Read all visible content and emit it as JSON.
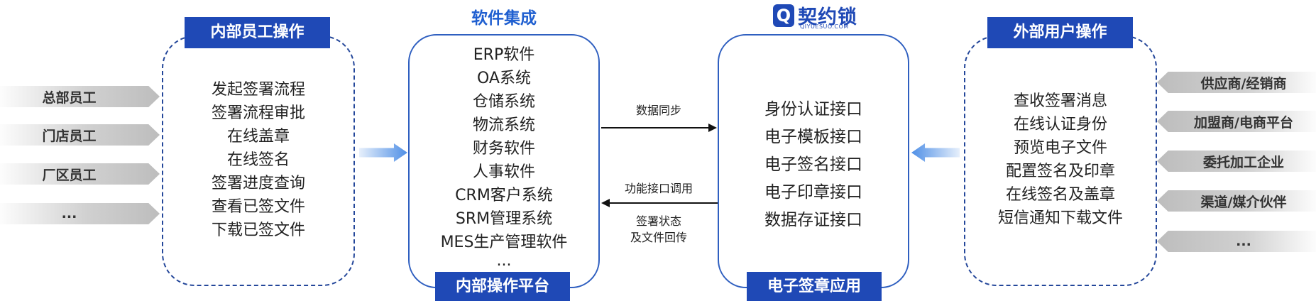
{
  "left_staff": [
    "总部员工",
    "门店员工",
    "厂区员工",
    "..."
  ],
  "internal": {
    "title": "内部员工操作",
    "items": [
      "发起签署流程",
      "签署流程审批",
      "在线盖章",
      "在线签名",
      "签署进度查询",
      "查看已签文件",
      "下载已签文件"
    ]
  },
  "software": {
    "title": "软件集成",
    "items": [
      "ERP软件",
      "OA系统",
      "仓储系统",
      "物流系统",
      "财务软件",
      "人事软件",
      "CRM客户系统",
      "SRM管理系统",
      "MES生产管理软件",
      "..."
    ],
    "footer": "内部操作平台"
  },
  "flows": {
    "sync": "数据同步",
    "api_call": "功能接口调用",
    "return_line1": "签署状态",
    "return_line2": "及文件回传"
  },
  "logo": {
    "glyph": "Q",
    "name": "契约锁",
    "sub": "QIYUESUO.COM"
  },
  "esign": {
    "items": [
      "身份认证接口",
      "电子模板接口",
      "电子签名接口",
      "电子印章接口",
      "数据存证接口"
    ],
    "footer": "电子签章应用"
  },
  "external": {
    "title": "外部用户操作",
    "items": [
      "查收签署消息",
      "在线认证身份",
      "预览电子文件",
      "配置签名及印章",
      "在线签名及盖章",
      "短信通知下载文件"
    ]
  },
  "right_partners": [
    "供应商/经销商",
    "加盟商/电商平台",
    "委托加工企业",
    "渠道/媒介伙伴",
    "..."
  ],
  "colors": {
    "primary": "#1f49b6",
    "border": "#2f5fc0",
    "arrow": "#4f8fe6"
  }
}
